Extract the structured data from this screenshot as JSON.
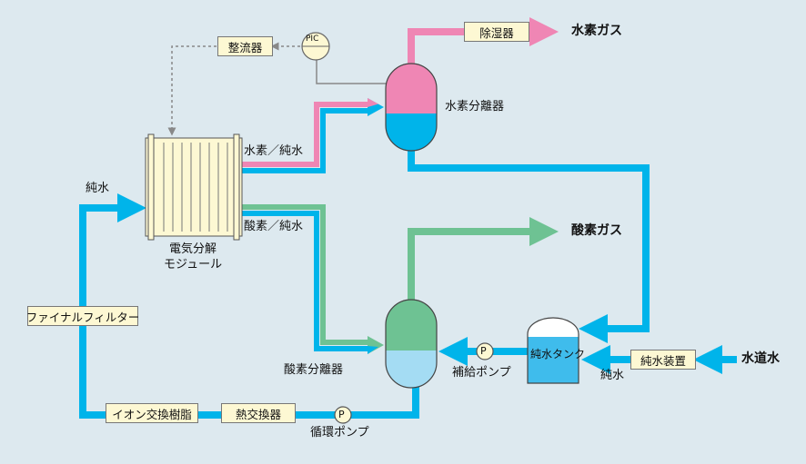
{
  "labels": {
    "hydrogen_gas": "水素ガス",
    "oxygen_gas": "酸素ガス",
    "tap_water": "水道水",
    "pure_water_in": "純水",
    "pure_water_tank_in": "純水",
    "hydrogen_pure_water": "水素／純水",
    "oxygen_pure_water": "酸素／純水",
    "hydrogen_separator": "水素分離器",
    "oxygen_separator": "酸素分離器",
    "module_line1": "電気分解",
    "module_line2": "モジュール",
    "makeup_pump": "補給ポンプ",
    "circulation_pump": "循環ポンプ",
    "pump_symbol": "P",
    "pic": "PIC"
  },
  "boxes": {
    "dehumidifier": "除湿器",
    "rectifier": "整流器",
    "final_filter": "ファイナルフィルター",
    "ion_exchange": "イオン交換樹脂",
    "heat_exchanger": "熱交換器",
    "pure_water_device": "純水装置",
    "pure_water_tank": "純水タンク"
  },
  "colors": {
    "background": "#dde9ef",
    "water": "#00b4ea",
    "hydrogen": "#ef86b4",
    "oxygen": "#6ec293",
    "box_fill": "#fdf8d3",
    "signal_line": "#888888"
  }
}
